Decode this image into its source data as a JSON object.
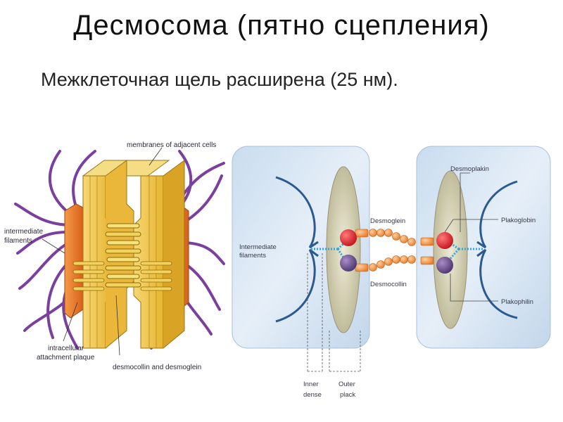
{
  "header": {
    "title": "Десмосома (пятно сцепления)",
    "subtitle": "Межклеточная щель расширена (25 нм)."
  },
  "left_diagram": {
    "labels": {
      "membranes": "membranes of adjacent cells",
      "intermediate_line1": "intermediate",
      "intermediate_line2": "filaments",
      "plaque_line1": "intracellular",
      "plaque_line2": "attachment plaque",
      "cadherins": "desmocollin and desmoglein"
    },
    "colors": {
      "plaque": "#e8762b",
      "membrane": "#f2c94c",
      "filament": "#7b3f9e"
    }
  },
  "right_diagram": {
    "labels": {
      "intermediate_line1": "Intermediate",
      "intermediate_line2": "filaments",
      "desmoglein": "Desmoglein",
      "desmocollin": "Desmocollin",
      "desmoplakin": "Desmoplakin",
      "plakoglobin": "Plakoglobin",
      "plakophilin": "Plakophilin",
      "inner_line1": "Inner",
      "inner_line2": "dense",
      "outer_line1": "Outer",
      "outer_line2": "plack"
    },
    "colors": {
      "cell_bg": "#d6e6f5",
      "plaque": "#d8d3b4",
      "filament": "#2b5a92",
      "plakoglobin": "#d61f26",
      "plakophilin": "#6a4c8c",
      "cadherin": "#f29a4a",
      "linker": "#2fa6dd"
    }
  }
}
